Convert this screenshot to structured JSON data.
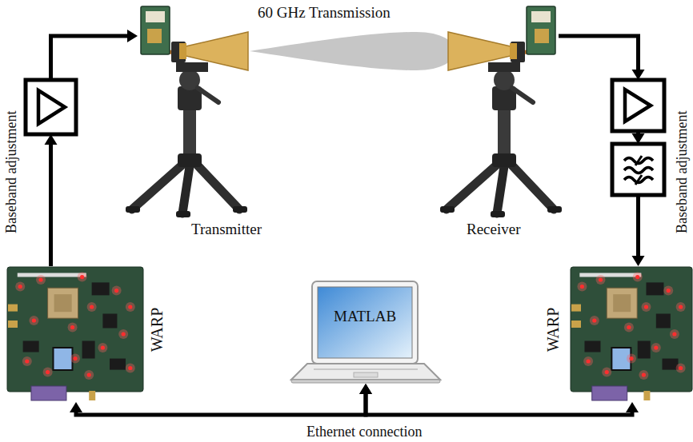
{
  "diagram": {
    "nodes": [
      {
        "text": [
          "Transmitter"
        ]
      },
      {
        "text": [
          "Receiver"
        ]
      },
      {
        "text": [
          "WARP"
        ]
      },
      {
        "text": [
          "MATLAB"
        ]
      },
      {
        "text": [
          "WARP"
        ]
      }
    ],
    "edges": [
      {
        "from": 2,
        "to": 0,
        "arrow": "to"
      },
      {
        "from": 1,
        "to": 4,
        "arrow": "to"
      },
      {
        "from": 3,
        "to": 2,
        "arrow": "both"
      },
      {
        "from": 3,
        "to": 4,
        "arrow": "both"
      }
    ],
    "labels": [
      "60 GHz Transmission",
      "Baseband adjustment",
      "Baseband adjustment",
      "Ethernet connection"
    ]
  }
}
